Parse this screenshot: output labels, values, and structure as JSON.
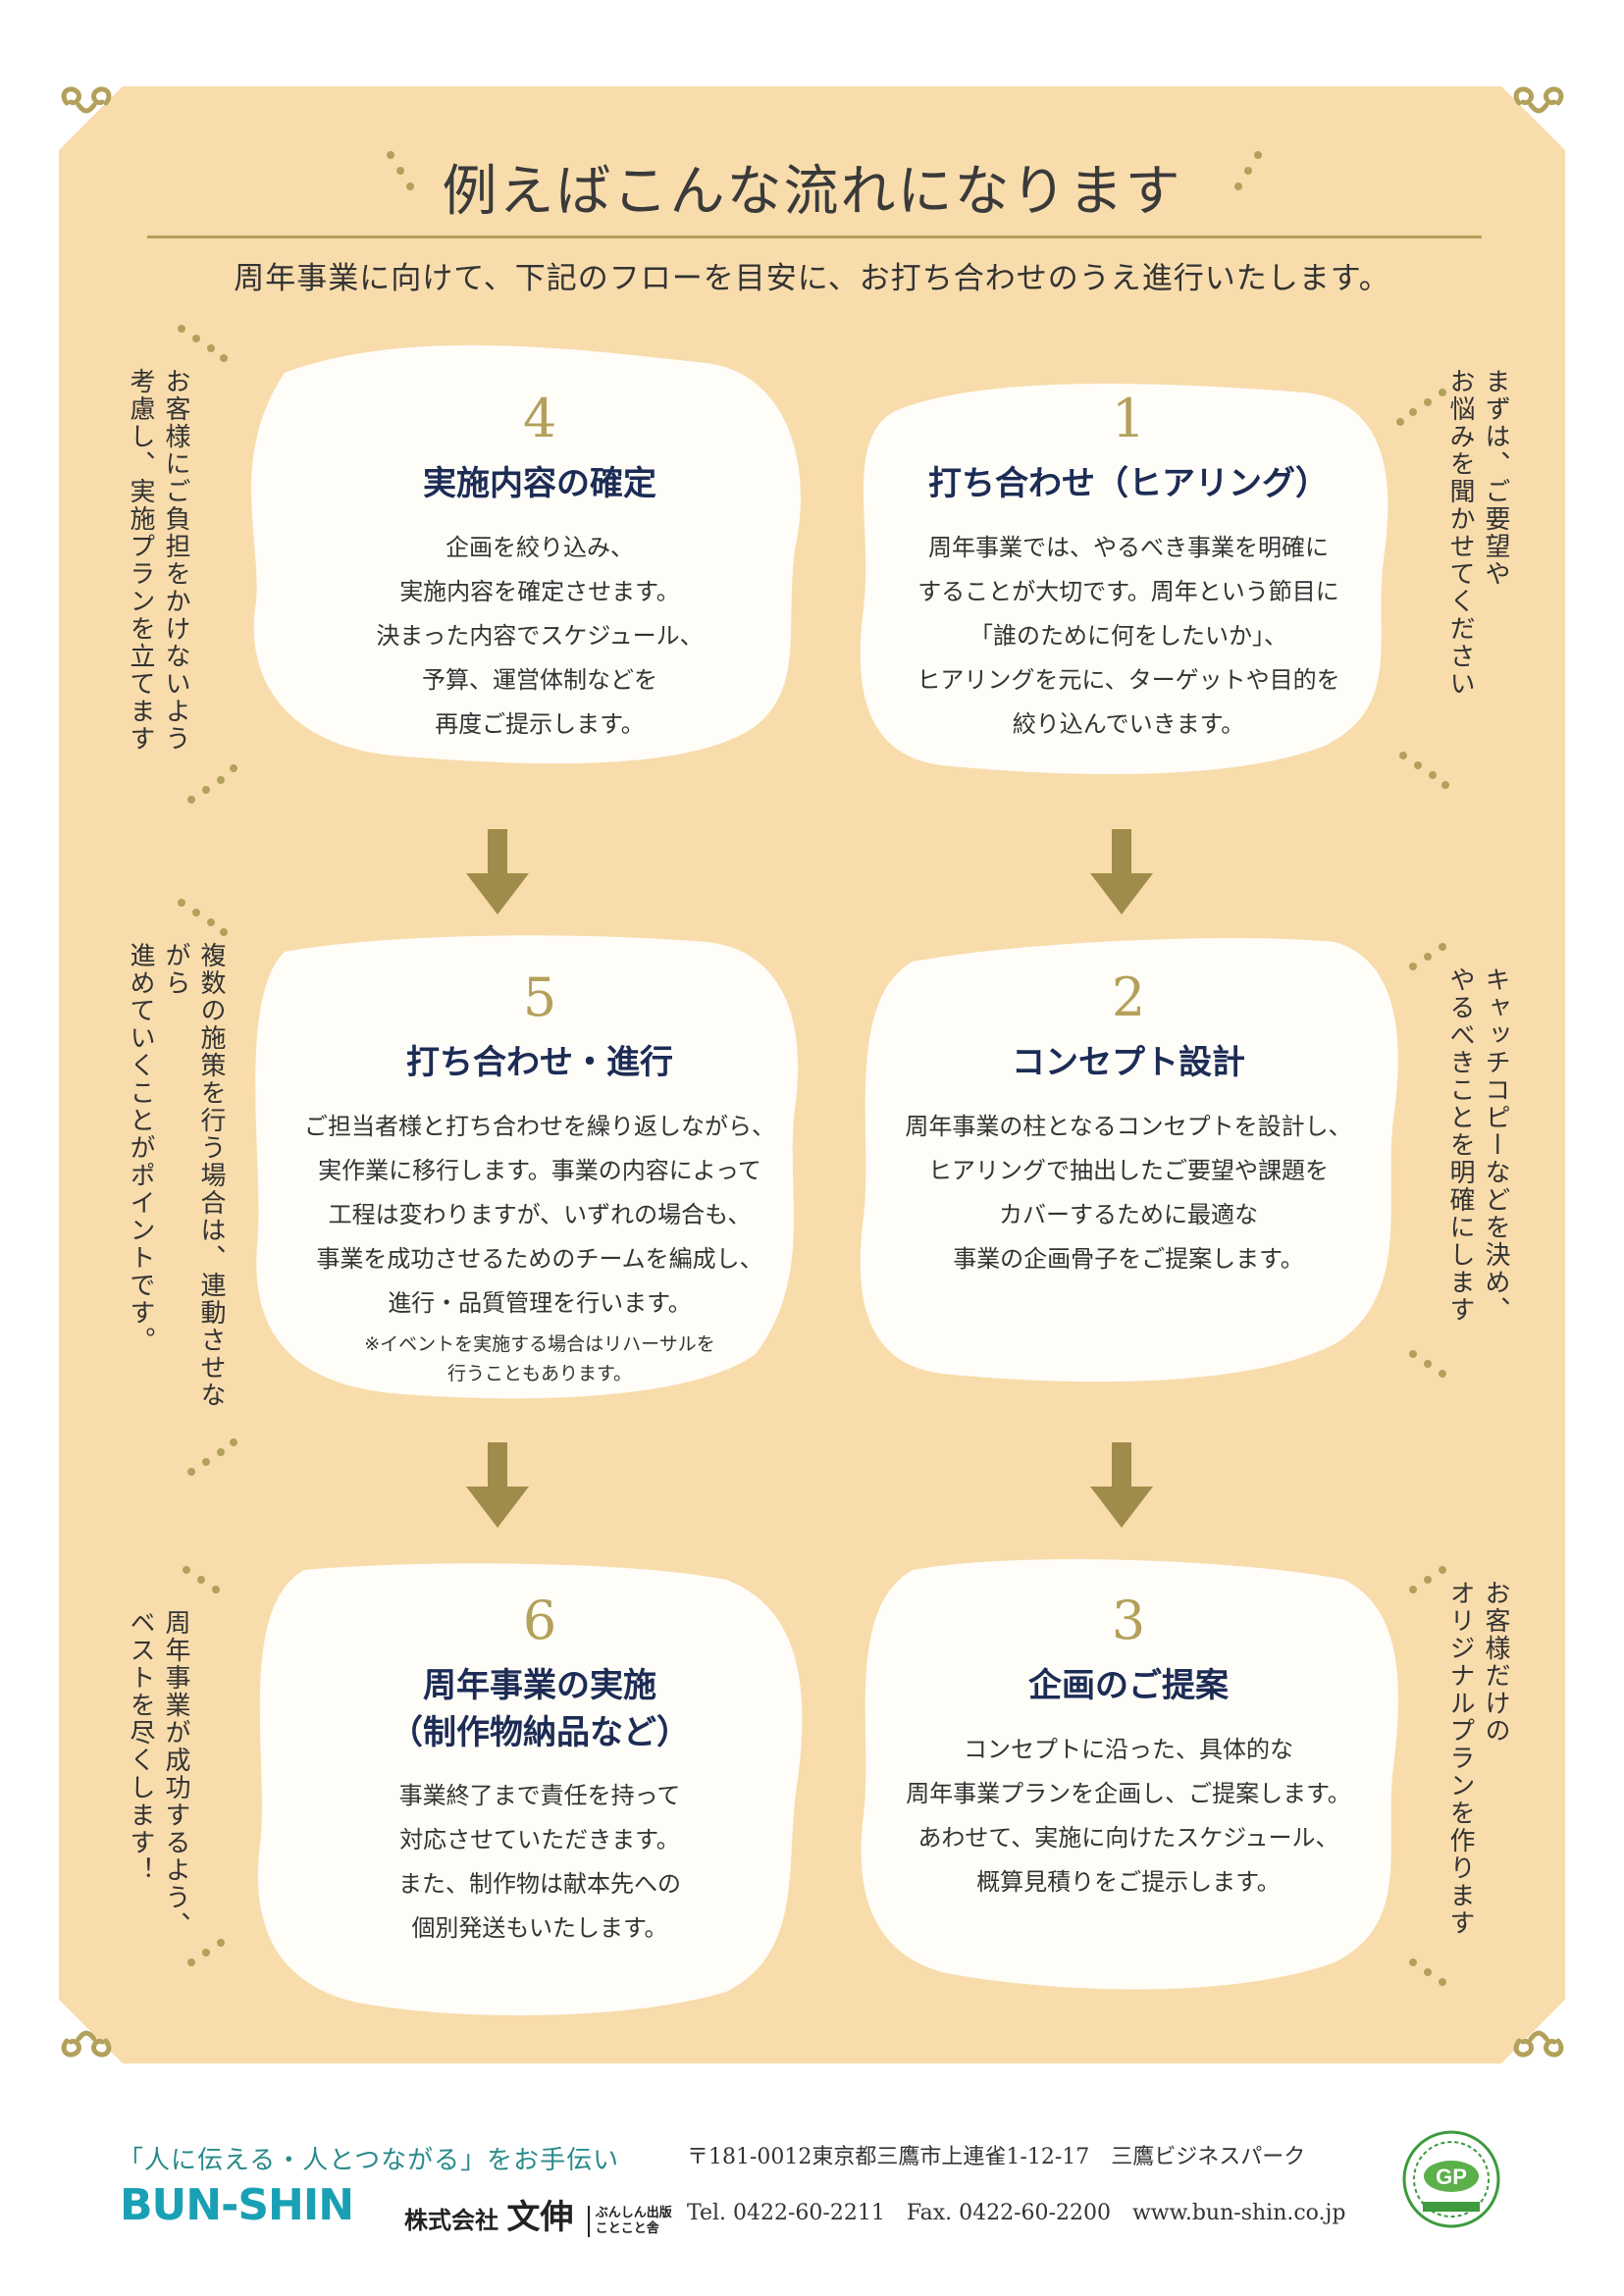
{
  "title": "例えばこんな流れになります",
  "subtitle": "周年事業に向けて、下記のフローを目安に、お打ち合わせのうえ進行いたします。",
  "colors": {
    "background": "#f8dcac",
    "navy": "#1c2c55",
    "gold": "#b3a05a",
    "arrow": "#a08c4a",
    "teal": "#1aa0b4"
  },
  "steps": [
    {
      "num": "1",
      "head": "打ち合わせ（ヒアリング）",
      "lines": [
        "周年事業では、やるべき事業を明確に",
        "することが大切です。周年という節目に",
        "「誰のために何をしたいか」、",
        "ヒアリングを元に、ターゲットや目的を",
        "絞り込んでいきます。"
      ]
    },
    {
      "num": "2",
      "head": "コンセプト設計",
      "lines": [
        "周年事業の柱となるコンセプトを設計し、",
        "ヒアリングで抽出したご要望や課題を",
        "カバーするために最適な",
        "事業の企画骨子をご提案します。"
      ]
    },
    {
      "num": "3",
      "head": "企画のご提案",
      "lines": [
        "コンセプトに沿った、具体的な",
        "周年事業プランを企画し、ご提案します。",
        "あわせて、実施に向けたスケジュール、",
        "概算見積りをご提示します。"
      ]
    },
    {
      "num": "4",
      "head": "実施内容の確定",
      "lines": [
        "企画を絞り込み、",
        "実施内容を確定させます。",
        "決まった内容でスケジュール、",
        "予算、運営体制などを",
        "再度ご提示します。"
      ]
    },
    {
      "num": "5",
      "head": "打ち合わせ・進行",
      "lines": [
        "ご担当者様と打ち合わせを繰り返しながら、",
        "実作業に移行します。事業の内容によって",
        "工程は変わりますが、いずれの場合も、",
        "事業を成功させるためのチームを編成し、",
        "進行・品質管理を行います。"
      ],
      "note": [
        "※イベントを実施する場合はリハーサルを",
        "行うこともあります。"
      ]
    },
    {
      "num": "6",
      "head": "周年事業の実施",
      "head2": "（制作物納品など）",
      "lines": [
        "事業終了まで責任を持って",
        "対応させていただきます。",
        "また、制作物は献本先への",
        "個別発送もいたします。"
      ]
    }
  ],
  "side_notes": {
    "r1": [
      "まずは、ご要望や",
      "お悩みを聞かせてください"
    ],
    "r2": [
      "キャッチコピーなどを決め、",
      "やるべきことを明確にします"
    ],
    "r3": [
      "お客様だけの",
      "オリジナルプランを作ります"
    ],
    "l1": [
      "お客様にご負担をかけないよう",
      "考慮し、実施プランを立てます"
    ],
    "l2": [
      "複数の施策を行う場合は、連動させながら",
      "進めていくことがポイントです。"
    ],
    "l3": [
      "周年事業が成功するよう、",
      "ベストを尽くします！"
    ]
  },
  "footer": {
    "tagline": "「人に伝える・人とつながる」をお手伝い",
    "logo": "BUN-SHIN",
    "company_prefix": "株式会社",
    "company_name": "文伸",
    "company_sub1": "ぶんしん出版",
    "company_sub2": "ことこと舎",
    "address": "〒181-0012東京都三鷹市上連雀1-12-17　三鷹ビジネスパーク",
    "contact": "Tel. 0422-60-2211　Fax. 0422-60-2200　www.bun-shin.co.jp",
    "badge": "GP"
  }
}
